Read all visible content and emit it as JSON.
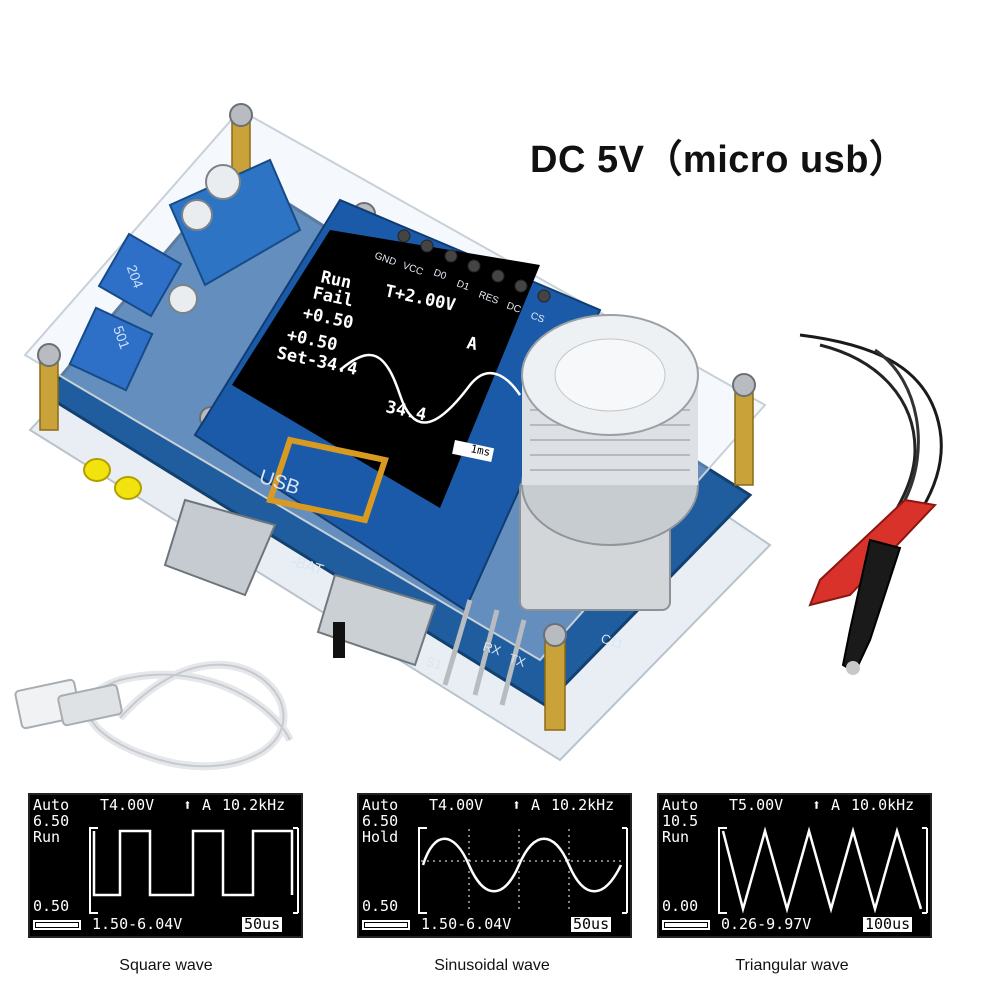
{
  "headline": "DC 5V（micro usb）",
  "device": {
    "header_pins": [
      "GND",
      "VCC",
      "D0",
      "D1",
      "RES",
      "DC",
      "CS"
    ],
    "usb_label": "USB",
    "bat_label": "-BAT",
    "pot_labels": [
      "204",
      "501"
    ],
    "connector_labels": [
      "S1",
      "RX",
      "TX"
    ],
    "board_label": "C11",
    "display": {
      "line1": "Run",
      "line2": "Fail",
      "line3": "+0.50",
      "line4": "+0.50",
      "line5": "Set-34.4",
      "trigger": "T+2.00V",
      "mode": "A",
      "bottom": "34.4",
      "timebase": "1ms"
    }
  },
  "scopes": [
    {
      "mode": "Auto",
      "trigger": "T4.00V",
      "arrow": "⬆",
      "ch": "A",
      "freq": "10.2kHz",
      "vmax": "6.50",
      "state": "Run",
      "vmin": "0.50",
      "range": "1.50-6.04V",
      "timebase": "50us",
      "caption": "Square wave",
      "wave": "square"
    },
    {
      "mode": "Auto",
      "trigger": "T4.00V",
      "arrow": "⬆",
      "ch": "A",
      "freq": "10.2kHz",
      "vmax": "6.50",
      "state": "Hold",
      "vmin": "0.50",
      "range": "1.50-6.04V",
      "timebase": "50us",
      "caption": "Sinusoidal wave",
      "wave": "sine"
    },
    {
      "mode": "Auto",
      "trigger": "T5.00V",
      "arrow": "⬆",
      "ch": "A",
      "freq": "10.0kHz",
      "vmax": "10.5",
      "state": "Run",
      "vmin": "0.00",
      "range": "0.26-9.97V",
      "timebase": "100us",
      "caption": "Triangular wave",
      "wave": "triangle"
    }
  ],
  "colors": {
    "pcb": "#1f5d9e",
    "knob": "#d7dbe0",
    "clip_red": "#d8322b",
    "clip_black": "#1a1a1a"
  }
}
